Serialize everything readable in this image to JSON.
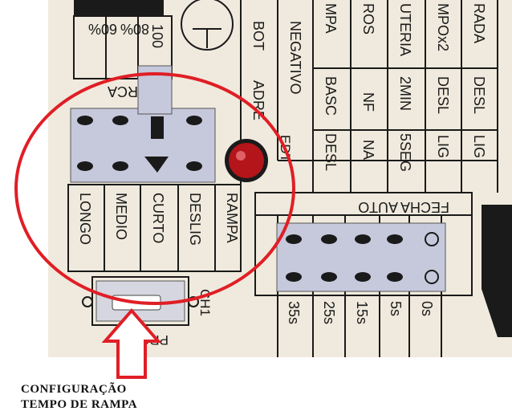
{
  "board": {
    "top_row_labels": [
      "60%",
      "80%",
      "100"
    ],
    "forca_label": "ORCA",
    "right_column_headers": [
      "BOT",
      "NEGATIVO",
      "MPA",
      "ROS",
      "UTERIA",
      "MPOx2",
      "RADA"
    ],
    "right_column_row2": [
      "ADRE",
      "BASC",
      "NF",
      "2MIN",
      "DESL",
      "DESL"
    ],
    "right_column_row3": [
      "EDT",
      "DESL",
      "NA",
      "5SEG",
      "LIG",
      "LIG"
    ],
    "ramp_labels": [
      "LONGO",
      "MEDIO",
      "CURTO",
      "DESLIG",
      "RAMPA"
    ],
    "fecha_auto_label": "FECHA AUTO",
    "time_labels": [
      "35s",
      "25s",
      "15s",
      "5s",
      "0s"
    ],
    "prog_label": "PROG",
    "ch1_label": "CH1"
  },
  "caption": {
    "line1": "CONFIGURAÇÃO",
    "line2": "TEMPO DE RAMPA"
  },
  "colors": {
    "board_bg": "#efeadd",
    "jumper": "#c6c9dc",
    "highlight_circle": "#e01e25",
    "arrow": "#e01e25",
    "led": "#b3151a"
  }
}
